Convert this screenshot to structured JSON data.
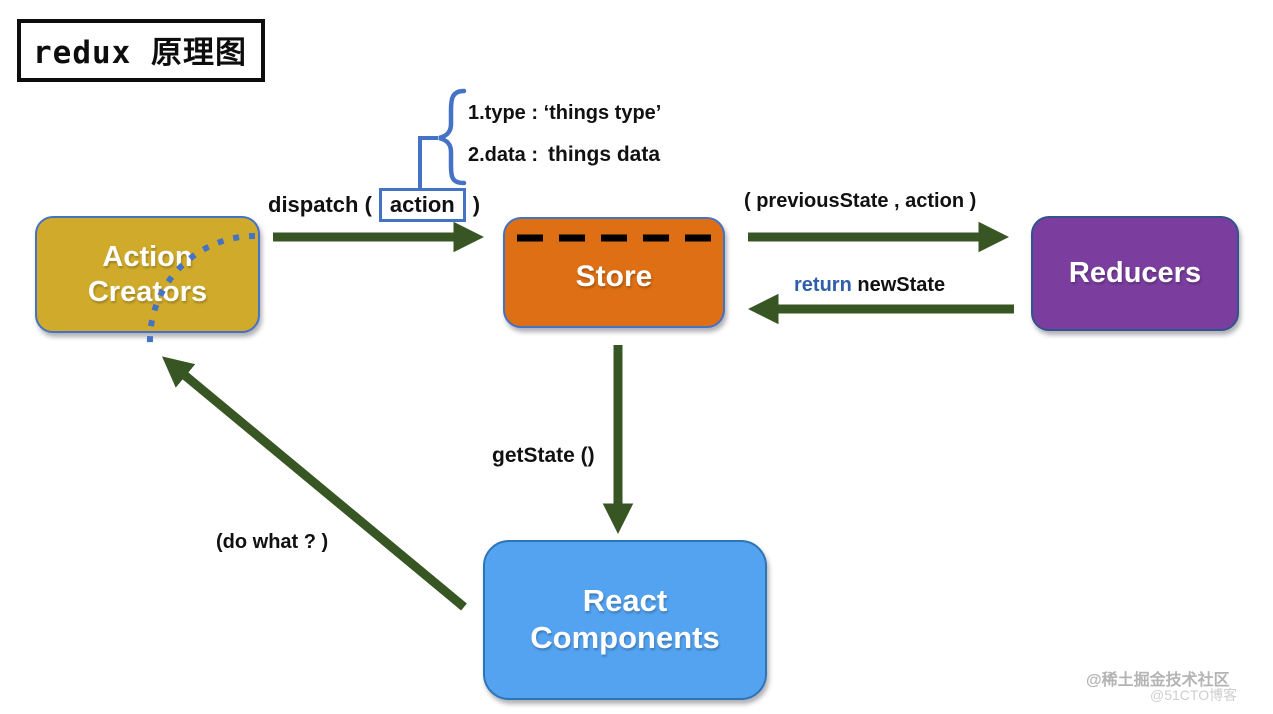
{
  "title": "redux 原理图",
  "annotation": {
    "line1": "1.type : ‘things type’",
    "line2_label": "2.data :",
    "line2_value": "things data"
  },
  "edges": {
    "dispatch": {
      "prefix": "dispatch (",
      "action": "action",
      "suffix": ")"
    },
    "store_to_reducers": "( previousState , action )",
    "reducers_to_store": {
      "keyword": "return",
      "rest": " newState"
    },
    "store_to_react": "getState ()",
    "react_to_action": "(do what ? )"
  },
  "nodes": {
    "action_creators": {
      "line1": "Action",
      "line2": "Creators",
      "color": "#d0ab2b"
    },
    "store": {
      "label": "Store",
      "color": "#de6f14"
    },
    "reducers": {
      "label": "Reducers",
      "color": "#7b3e9f"
    },
    "react_components": {
      "line1": "React",
      "line2": "Components",
      "color": "#53a3f1"
    }
  },
  "colors": {
    "arrow_green": "#375623",
    "accent_blue": "#4472c4",
    "return_blue": "#2e5fa8",
    "dashed_line": "#000000"
  },
  "watermark": {
    "line1": "@稀土掘金技术社区",
    "line2": "@51CTO博客"
  }
}
